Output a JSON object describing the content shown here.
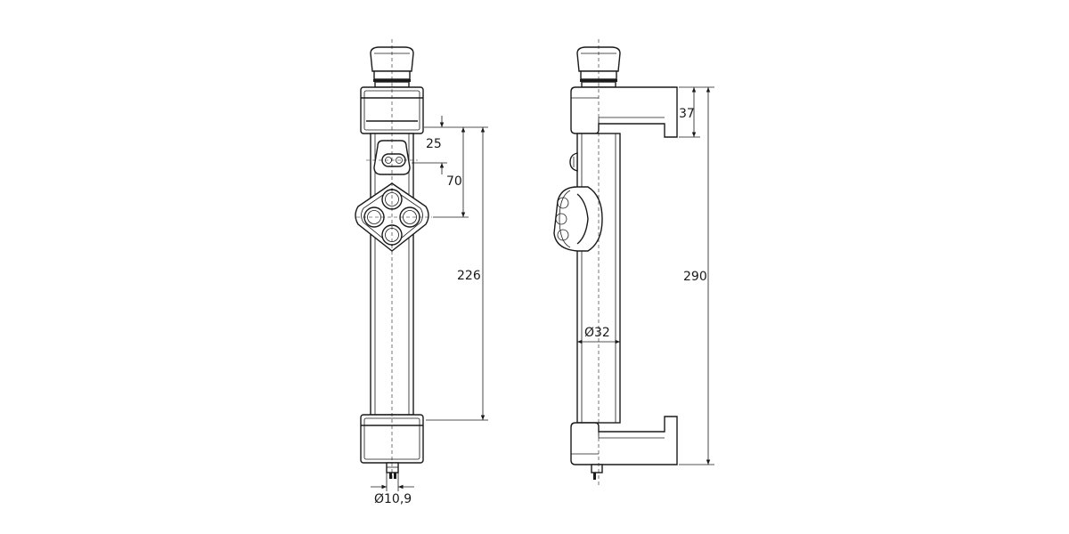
{
  "front_view": {
    "dimensions": {
      "d25": "25",
      "d70": "70",
      "d226": "226",
      "diameter_bottom": "Ø10,9"
    }
  },
  "side_view": {
    "dimensions": {
      "d37": "37",
      "d290": "290",
      "diameter_tube": "Ø32"
    }
  }
}
